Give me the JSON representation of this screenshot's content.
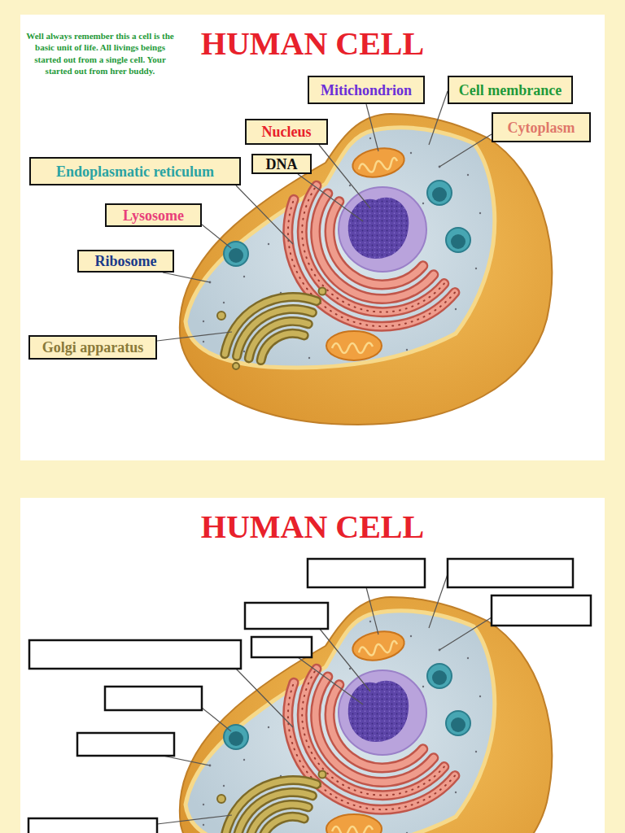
{
  "diagram": {
    "title": "HUMAN CELL",
    "nodes": [
      {
        "text": [
          "Mitichondrion"
        ]
      },
      {
        "text": [
          "Cell membrance"
        ]
      },
      {
        "text": [
          "Cytoplasm"
        ]
      },
      {
        "text": [
          "Nucleus"
        ]
      },
      {
        "text": [
          "DNA"
        ]
      },
      {
        "text": [
          "Endoplasmatic reticulum"
        ]
      },
      {
        "text": [
          "Lysosome"
        ]
      },
      {
        "text": [
          "Ribosome"
        ]
      },
      {
        "text": [
          "Golgi apparatus"
        ]
      }
    ],
    "labels": [
      "Well always remember this a cell is the basic unit of life. All livings beings started out from a single cell. Your started out from hrer buddy.",
      "HUMAN CELL"
    ]
  }
}
